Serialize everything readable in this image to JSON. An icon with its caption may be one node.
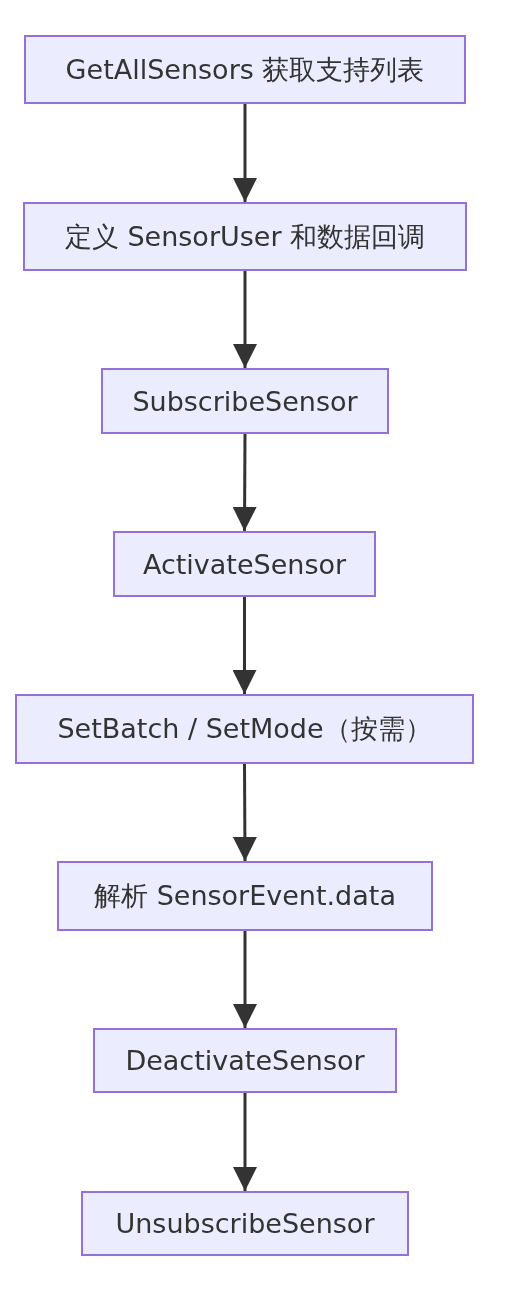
{
  "diagram": {
    "nodes": [
      {
        "text": [
          "GetAllSensors 获取支持列表"
        ]
      },
      {
        "text": [
          "定义 SensorUser 和数据回调"
        ]
      },
      {
        "text": [
          "SubscribeSensor"
        ]
      },
      {
        "text": [
          "ActivateSensor"
        ]
      },
      {
        "text": [
          "SetBatch / SetMode（按需）"
        ]
      },
      {
        "text": [
          "解析 SensorEvent.data"
        ]
      },
      {
        "text": [
          "DeactivateSensor"
        ]
      },
      {
        "text": [
          "UnsubscribeSensor"
        ]
      }
    ],
    "edges": [
      {
        "from": 0,
        "to": 1,
        "arrow": "to"
      },
      {
        "from": 1,
        "to": 2,
        "arrow": "to"
      },
      {
        "from": 2,
        "to": 3,
        "arrow": "to"
      },
      {
        "from": 3,
        "to": 4,
        "arrow": "to"
      },
      {
        "from": 4,
        "to": 5,
        "arrow": "to"
      },
      {
        "from": 5,
        "to": 6,
        "arrow": "to"
      },
      {
        "from": 6,
        "to": 7,
        "arrow": "to"
      }
    ]
  }
}
